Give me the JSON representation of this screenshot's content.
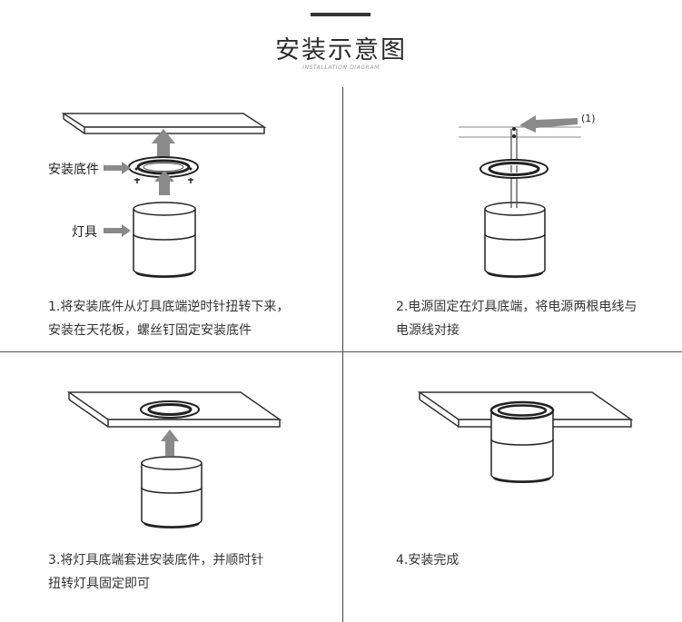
{
  "header": {
    "title": "安装示意图",
    "subtitle": "INSTALLATION DIAGRAM"
  },
  "steps": [
    {
      "caption_line1": "1.将安装底件从灯具底端逆时针扭转下来，",
      "caption_line2": "安装在天花板，螺丝钉固定安装底件",
      "label_base": "安装底件",
      "label_lamp": "灯具"
    },
    {
      "caption_line1": "2.电源固定在灯具底端，将电源两根电线与",
      "caption_line2": "电源线对接",
      "wire_marker": "(1)"
    },
    {
      "caption_line1": "3.将灯具底端套进安装底件，并顺时针",
      "caption_line2": "扭转灯具固定即可"
    },
    {
      "caption_line1": "4.安装完成"
    }
  ],
  "colors": {
    "line": "#333333",
    "arrow": "#8a8a8a",
    "ring": "#2a2a2a"
  }
}
